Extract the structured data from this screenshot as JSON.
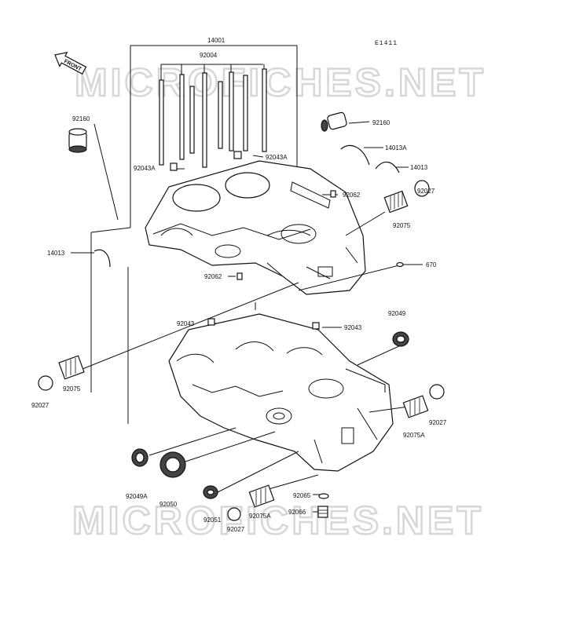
{
  "ref_code": "E1411",
  "front_label": "FRONT",
  "watermark": "MICROFICHES.NET",
  "labels": {
    "l_14001": "14001",
    "l_92004": "92004",
    "l_92160_left": "92160",
    "l_92160_right": "92160",
    "l_14013A": "14013A",
    "l_14013_right": "14013",
    "l_14013_left": "14013",
    "l_92043A_left": "92043A",
    "l_92043A_right": "92043A",
    "l_92062_upper": "92062",
    "l_92062_lower": "92062",
    "l_92027_upper_right": "92027",
    "l_92075_upper_right": "92075",
    "l_670": "670",
    "l_92043_left": "92043",
    "l_92043_right": "92043",
    "l_92049": "92049",
    "l_92075_left": "92075",
    "l_92027_left": "92027",
    "l_92027_right": "92027",
    "l_92075A_right": "92075A",
    "l_92049A": "92049A",
    "l_92050": "92050",
    "l_92051": "92051",
    "l_92075A_bottom": "92075A",
    "l_92065": "92065",
    "l_92066": "92066",
    "l_92027_bottom": "92027"
  }
}
